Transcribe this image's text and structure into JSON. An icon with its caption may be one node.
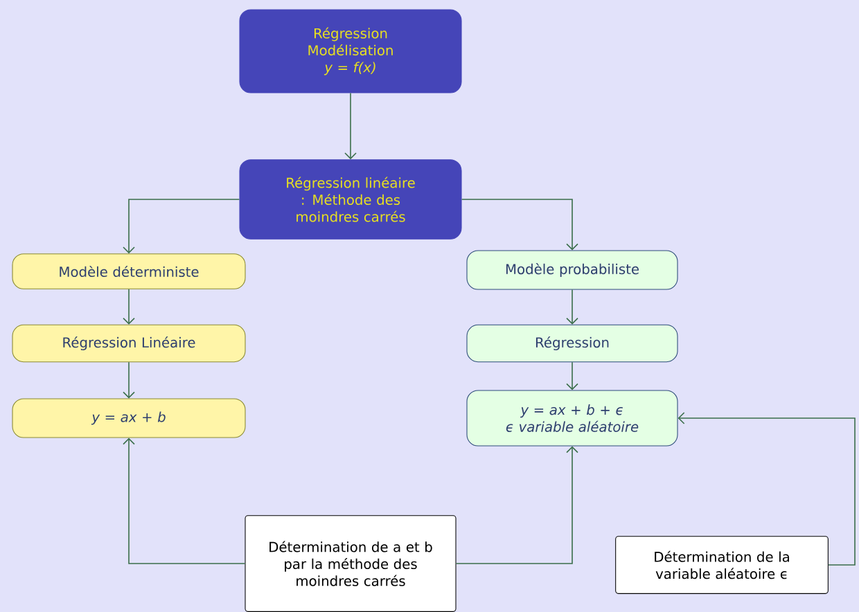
{
  "diagram": {
    "nodes": [
      {
        "text": [
          "Régression",
          "Modélisation",
          "y  =  f(x)"
        ]
      },
      {
        "text": [
          "Régression linéaire : Méthode des moindres carrés"
        ]
      },
      {
        "text": [
          "Modèle déterministe"
        ]
      },
      {
        "text": [
          "Régression Linéaire"
        ]
      },
      {
        "text": [
          "y  =  ax + b"
        ]
      },
      {
        "text": [
          "Modèle probabiliste"
        ]
      },
      {
        "text": [
          "Régression"
        ]
      },
      {
        "text": [
          "y = ax + b + ϵ",
          "ϵ variable aléatoire"
        ]
      },
      {
        "text": [
          "Détermination de a et b",
          "par la méthode des moindres carrés"
        ]
      },
      {
        "text": [
          "Détermination de la variable aléatoire ϵ"
        ]
      }
    ],
    "edges": [
      {
        "from": 0,
        "to": 1,
        "arrow": "to"
      },
      {
        "from": 1,
        "to": 2,
        "arrow": "to"
      },
      {
        "from": 1,
        "to": 5,
        "arrow": "to"
      },
      {
        "from": 2,
        "to": 3,
        "arrow": "to"
      },
      {
        "from": 3,
        "to": 4,
        "arrow": "to"
      },
      {
        "from": 5,
        "to": 6,
        "arrow": "to"
      },
      {
        "from": 6,
        "to": 7,
        "arrow": "to"
      },
      {
        "from": 8,
        "to": 4,
        "arrow": "to"
      },
      {
        "from": 8,
        "to": 7,
        "arrow": "to"
      },
      {
        "from": 9,
        "to": 7,
        "arrow": "to"
      }
    ]
  }
}
